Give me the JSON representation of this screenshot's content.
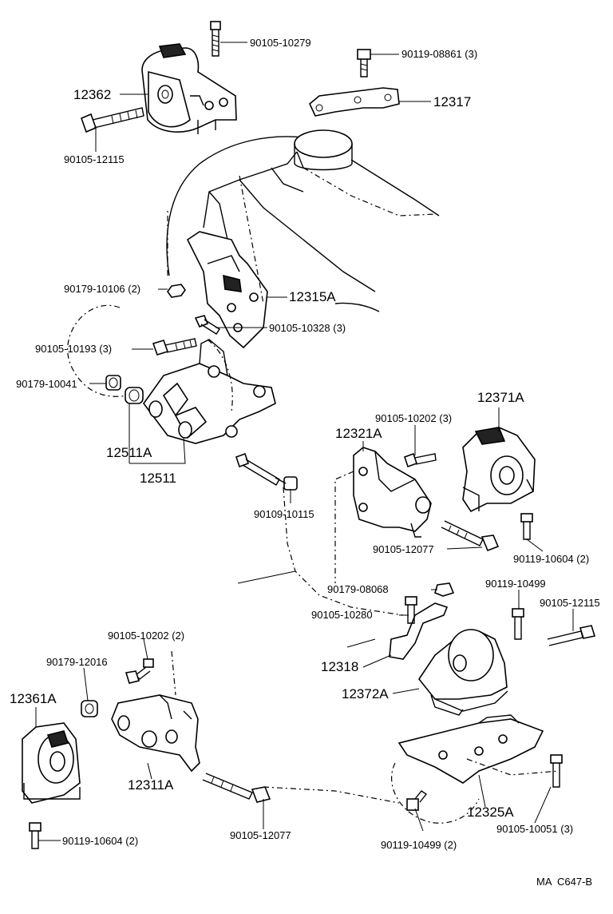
{
  "labels": {
    "l_90105_10279": "90105-10279",
    "l_90119_08861": "90119-08861 (3)",
    "l_12362": "12362",
    "l_12317": "12317",
    "l_90105_12115_top": "90105-12115",
    "l_90179_10106": "90179-10106 (2)",
    "l_12315A": "12315A",
    "l_90105_10328": "90105-10328 (3)",
    "l_90105_10193": "90105-10193 (3)",
    "l_90179_10041": "90179-10041",
    "l_12511A": "12511A",
    "l_12511": "12511",
    "l_12371A": "12371A",
    "l_90105_10202_3": "90105-10202 (3)",
    "l_12321A": "12321A",
    "l_90109_10115": "90109-10115",
    "l_90105_12077_mid": "90105-12077",
    "l_90119_10604_right": "90119-10604 (2)",
    "l_90179_08068": "90179-08068",
    "l_90119_10499": "90119-10499",
    "l_90105_12115_right": "90105-12115",
    "l_90105_10280": "90105-10280",
    "l_90105_10202_2": "90105-10202 (2)",
    "l_90179_12016": "90179-12016",
    "l_12318": "12318",
    "l_12372A": "12372A",
    "l_12361A": "12361A",
    "l_12311A": "12311A",
    "l_12325A": "12325A",
    "l_90105_12077_bot": "90105-12077",
    "l_90105_10051": "90105-10051 (3)",
    "l_90119_10499_2": "90119-10499 (2)",
    "l_90119_10604_left": "90119-10604 (2)",
    "l_code": "MA  C647-B"
  }
}
